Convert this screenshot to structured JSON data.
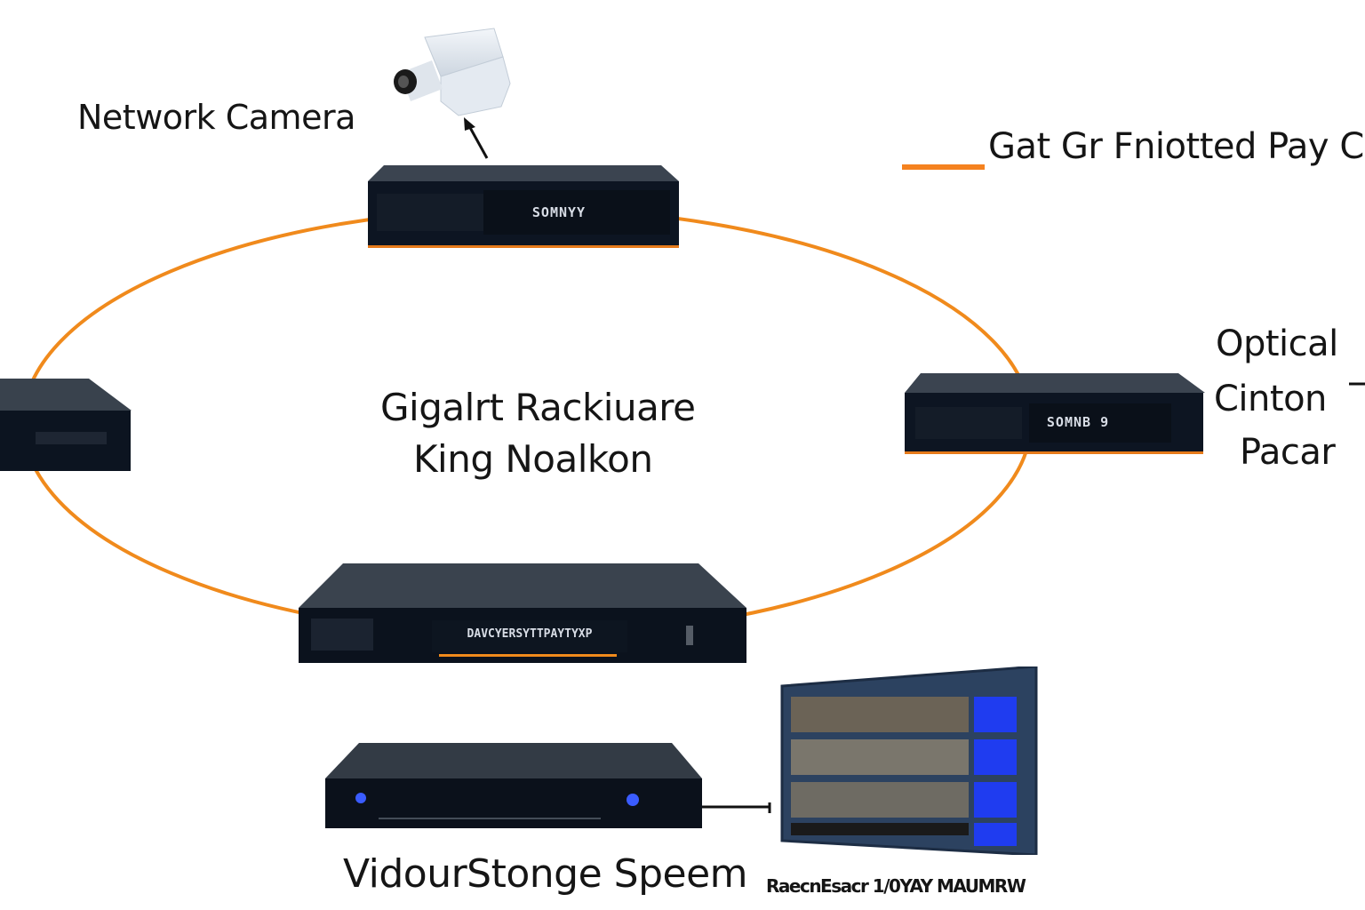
{
  "diagram": {
    "center_label_line1": "Gigalrt Rackiuare",
    "center_label_line2": "King Noalkon",
    "ring_color": "#f08a1c",
    "legend": {
      "line_color": "#f5821f",
      "label": "Gat Gr Fniotted Pay Cro"
    },
    "nodes": {
      "camera": {
        "label": "Network Camera"
      },
      "top_switch": {
        "front_text": "SOMNYY"
      },
      "right_switch": {
        "front_text": "SOMNB 9",
        "side_label_line1": "Optical",
        "side_label_line2": "Cinton",
        "side_label_line3": "Pacar"
      },
      "left_switch": {
        "front_text": ""
      },
      "bottom_switch": {
        "front_text": "DAVCYERSYTTPAYTYXP"
      },
      "storage": {
        "label": "VidourStonge Speem"
      },
      "monitor": {
        "label": "RaecnEsacr 1/0YAY MAUMRW",
        "button_color": "#1f3cf0"
      }
    }
  }
}
